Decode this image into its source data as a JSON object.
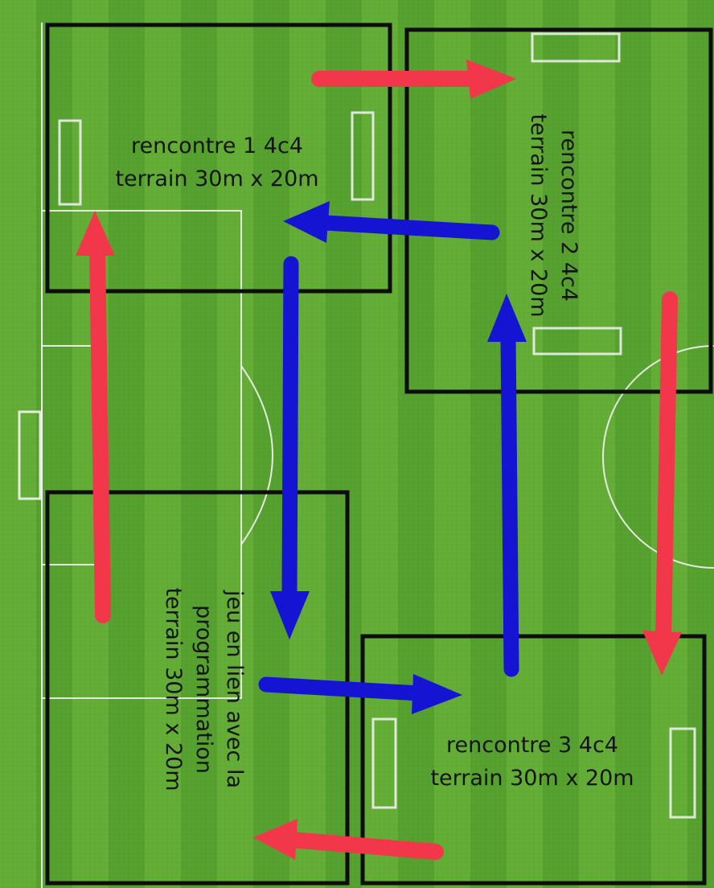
{
  "zones": [
    {
      "id": "rencontre-1",
      "line1": "rencontre 1 4c4",
      "line2": "terrain 30m x 20m"
    },
    {
      "id": "rencontre-2",
      "line1": "rencontre 2 4c4",
      "line2": "terrain 30m x 20m"
    },
    {
      "id": "rencontre-3",
      "line1": "rencontre 3 4c4",
      "line2": "terrain 30m x 20m"
    },
    {
      "id": "jeu-programmation",
      "line1": "jeu en lien avec la",
      "line2": "programmation",
      "line3": "terrain 30m x 20m"
    }
  ],
  "colors": {
    "grass_light": "#63ad36",
    "grass_dark": "#4f9a2c",
    "field_lines": "#f2f2f2",
    "zone_border": "#0d0d0d",
    "arrow_red": "#f2374a",
    "arrow_blue": "#1414d2"
  }
}
